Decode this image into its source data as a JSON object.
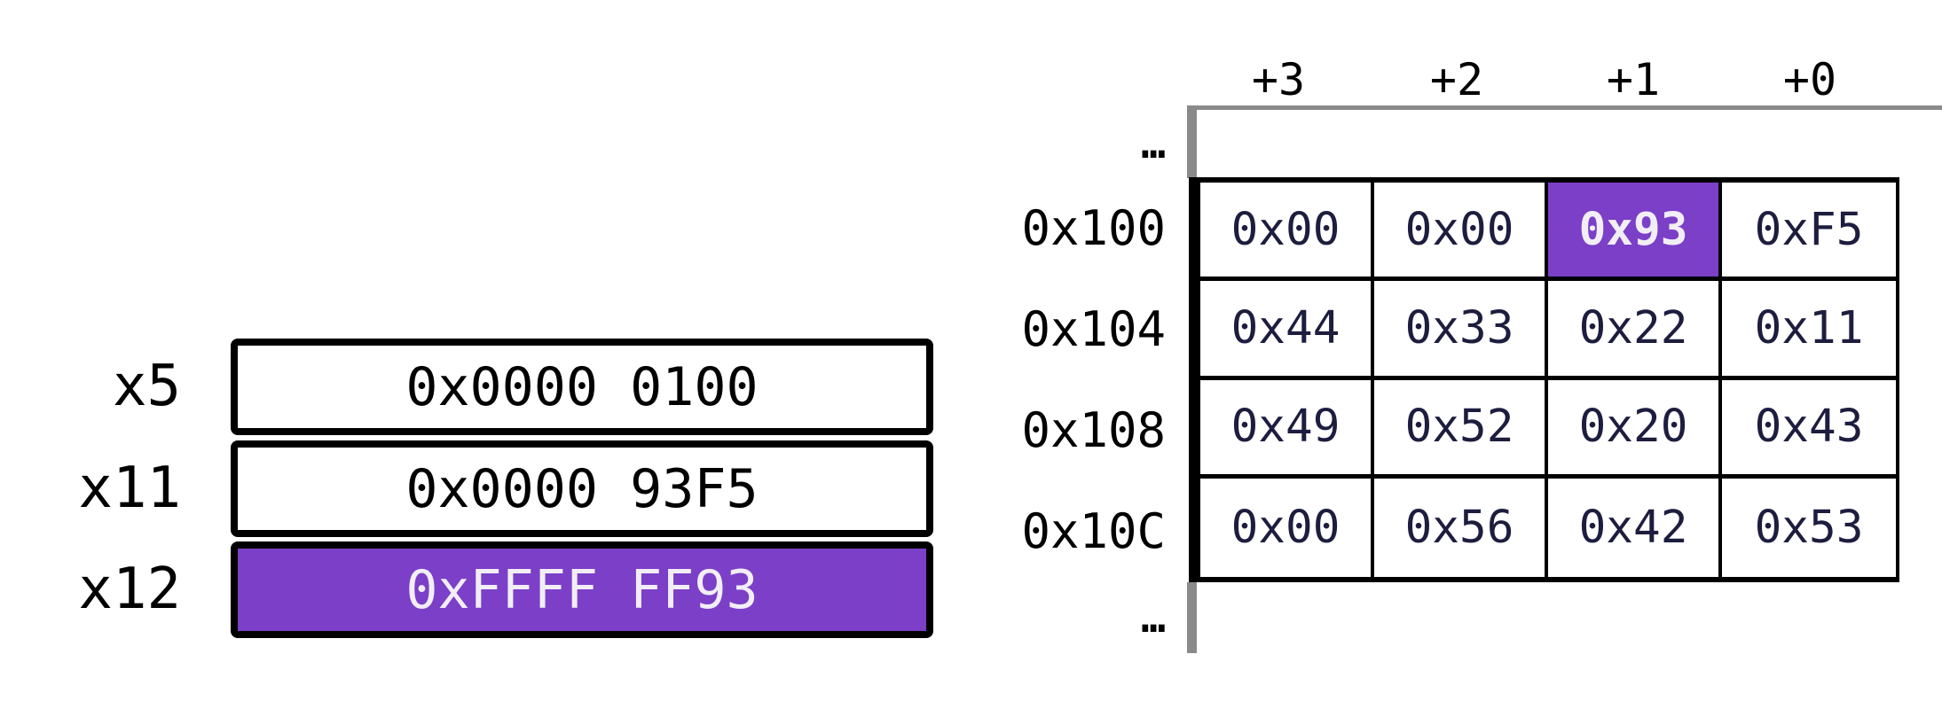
{
  "registers": {
    "items": [
      {
        "name": "x5",
        "value": "0x0000 0100",
        "highlighted": false
      },
      {
        "name": "x11",
        "value": "0x0000 93F5",
        "highlighted": false
      },
      {
        "name": "x12",
        "value": "0xFFFF FF93",
        "highlighted": true
      }
    ]
  },
  "memory_table": {
    "column_headers": [
      "+3",
      "+2",
      "+1",
      "+0"
    ],
    "ellipsis_top": "…",
    "ellipsis_bottom": "…",
    "rows": [
      {
        "address": "0x100",
        "bytes": [
          "0x00",
          "0x00",
          "0x93",
          "0xF5"
        ],
        "highlight_index": 2
      },
      {
        "address": "0x104",
        "bytes": [
          "0x44",
          "0x33",
          "0x22",
          "0x11"
        ],
        "highlight_index": null
      },
      {
        "address": "0x108",
        "bytes": [
          "0x49",
          "0x52",
          "0x20",
          "0x43"
        ],
        "highlight_index": null
      },
      {
        "address": "0x10C",
        "bytes": [
          "0x00",
          "0x56",
          "0x42",
          "0x53"
        ],
        "highlight_index": null
      }
    ]
  },
  "colors": {
    "highlight_purple": "#7B3FC8",
    "cell_text_navy": "#1D1D3F",
    "light_text": "#F2EEF5",
    "gray_line": "#8A8A8A",
    "border_black": "#000000",
    "background": "#FFFFFF"
  }
}
